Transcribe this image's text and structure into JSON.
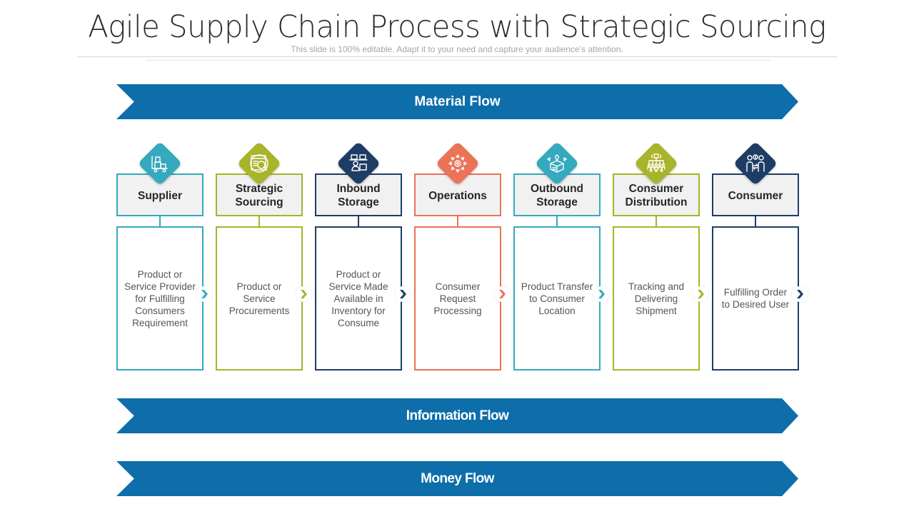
{
  "header": {
    "title": "Agile Supply Chain Process with Strategic Sourcing",
    "subtitle": "This slide is 100% editable. Adapt it to your need and capture your audience’s attention."
  },
  "banners": {
    "material": "Material  Flow",
    "information": "Information Flow",
    "money": "Money Flow",
    "color": "#0d6eaa"
  },
  "stages": [
    {
      "title": "Supplier",
      "description": "Product or Service Provider for Fulfilling Consumers Requirement",
      "icon": "trolley-boxes-icon",
      "color": "#35a9bd"
    },
    {
      "title": "Strategic Sourcing",
      "description": "Product or Service Procurements",
      "icon": "browser-search-icon",
      "color": "#a8b429"
    },
    {
      "title": "Inbound Storage",
      "description": "Product or Service Made Available in Inventory for Consume",
      "icon": "warehouse-worker-icon",
      "color": "#1e3d64"
    },
    {
      "title": "Operations",
      "description": "Consumer Request Processing",
      "icon": "gear-arrows-icon",
      "color": "#eb7357"
    },
    {
      "title": "Outbound Storage",
      "description": "Product Transfer to Consumer Location",
      "icon": "box-location-pin-icon",
      "color": "#35a9bd"
    },
    {
      "title": "Consumer Distribution",
      "description": "Tracking and Delivering Shipment",
      "icon": "distribution-network-icon",
      "color": "#a8b429"
    },
    {
      "title": "Consumer",
      "description": "Fulfilling Order to Desired User",
      "icon": "people-exchange-icon",
      "color": "#1e3d64"
    }
  ]
}
